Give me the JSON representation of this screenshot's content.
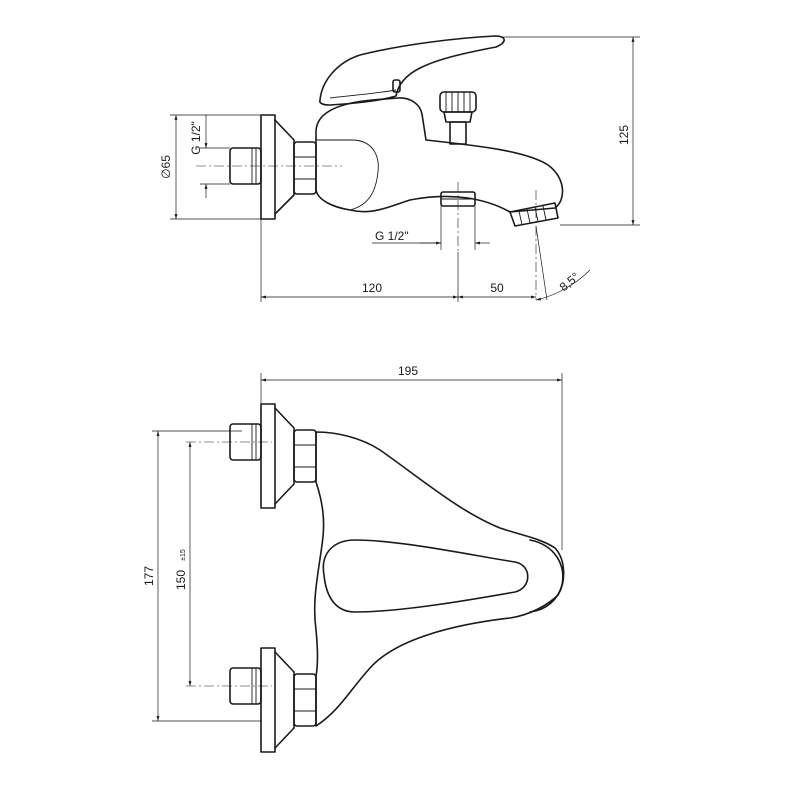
{
  "side_view": {
    "dim_left_to_inlet": "120",
    "dim_inlet_to_outlet": "50",
    "dim_height": "125",
    "dim_flange_diameter": "∅65",
    "thread_wall": "G 1/2\"",
    "thread_bottom": "G 1/2\"",
    "outlet_angle": "8,5°"
  },
  "top_view": {
    "dim_width": "195",
    "dim_total_height": "177",
    "dim_centers": "150",
    "dim_centers_tolerance": "±15"
  }
}
